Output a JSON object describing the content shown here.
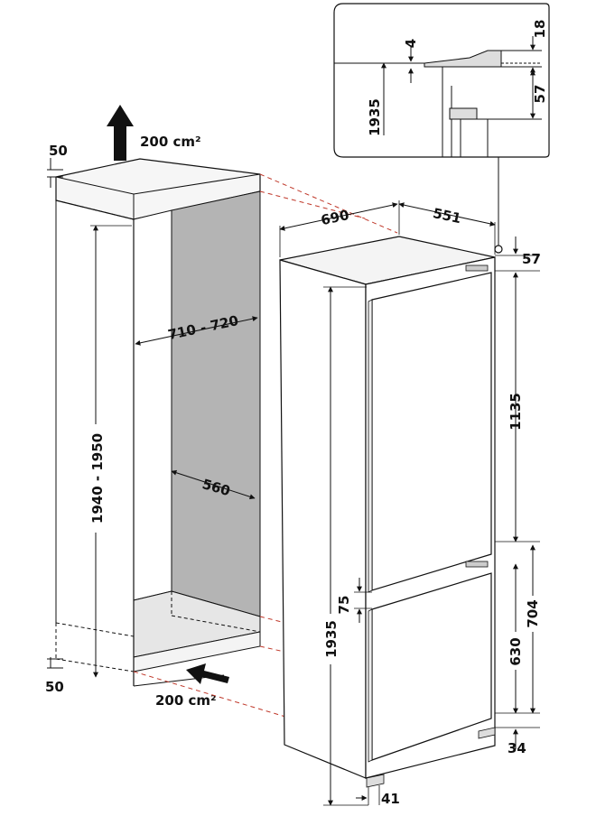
{
  "cabinet": {
    "top_gap": "50",
    "bottom_gap": "50",
    "top_vent_area": "200 cm²",
    "bottom_vent_area": "200 cm²",
    "width_range": "710 - 720",
    "depth": "560",
    "height_range": "1940 - 1950"
  },
  "appliance": {
    "depth": "690",
    "width": "551",
    "top_offset": "57",
    "upper_door_height": "1135",
    "door_gap": "75",
    "lower_door_block": "704",
    "lower_door_height": "630",
    "total_height": "1935",
    "foot_depth": "34",
    "foot_width": "41"
  },
  "detail": {
    "gap_top": "4",
    "hinge_height": "18",
    "hinge_offset": "57",
    "height": "1935"
  }
}
